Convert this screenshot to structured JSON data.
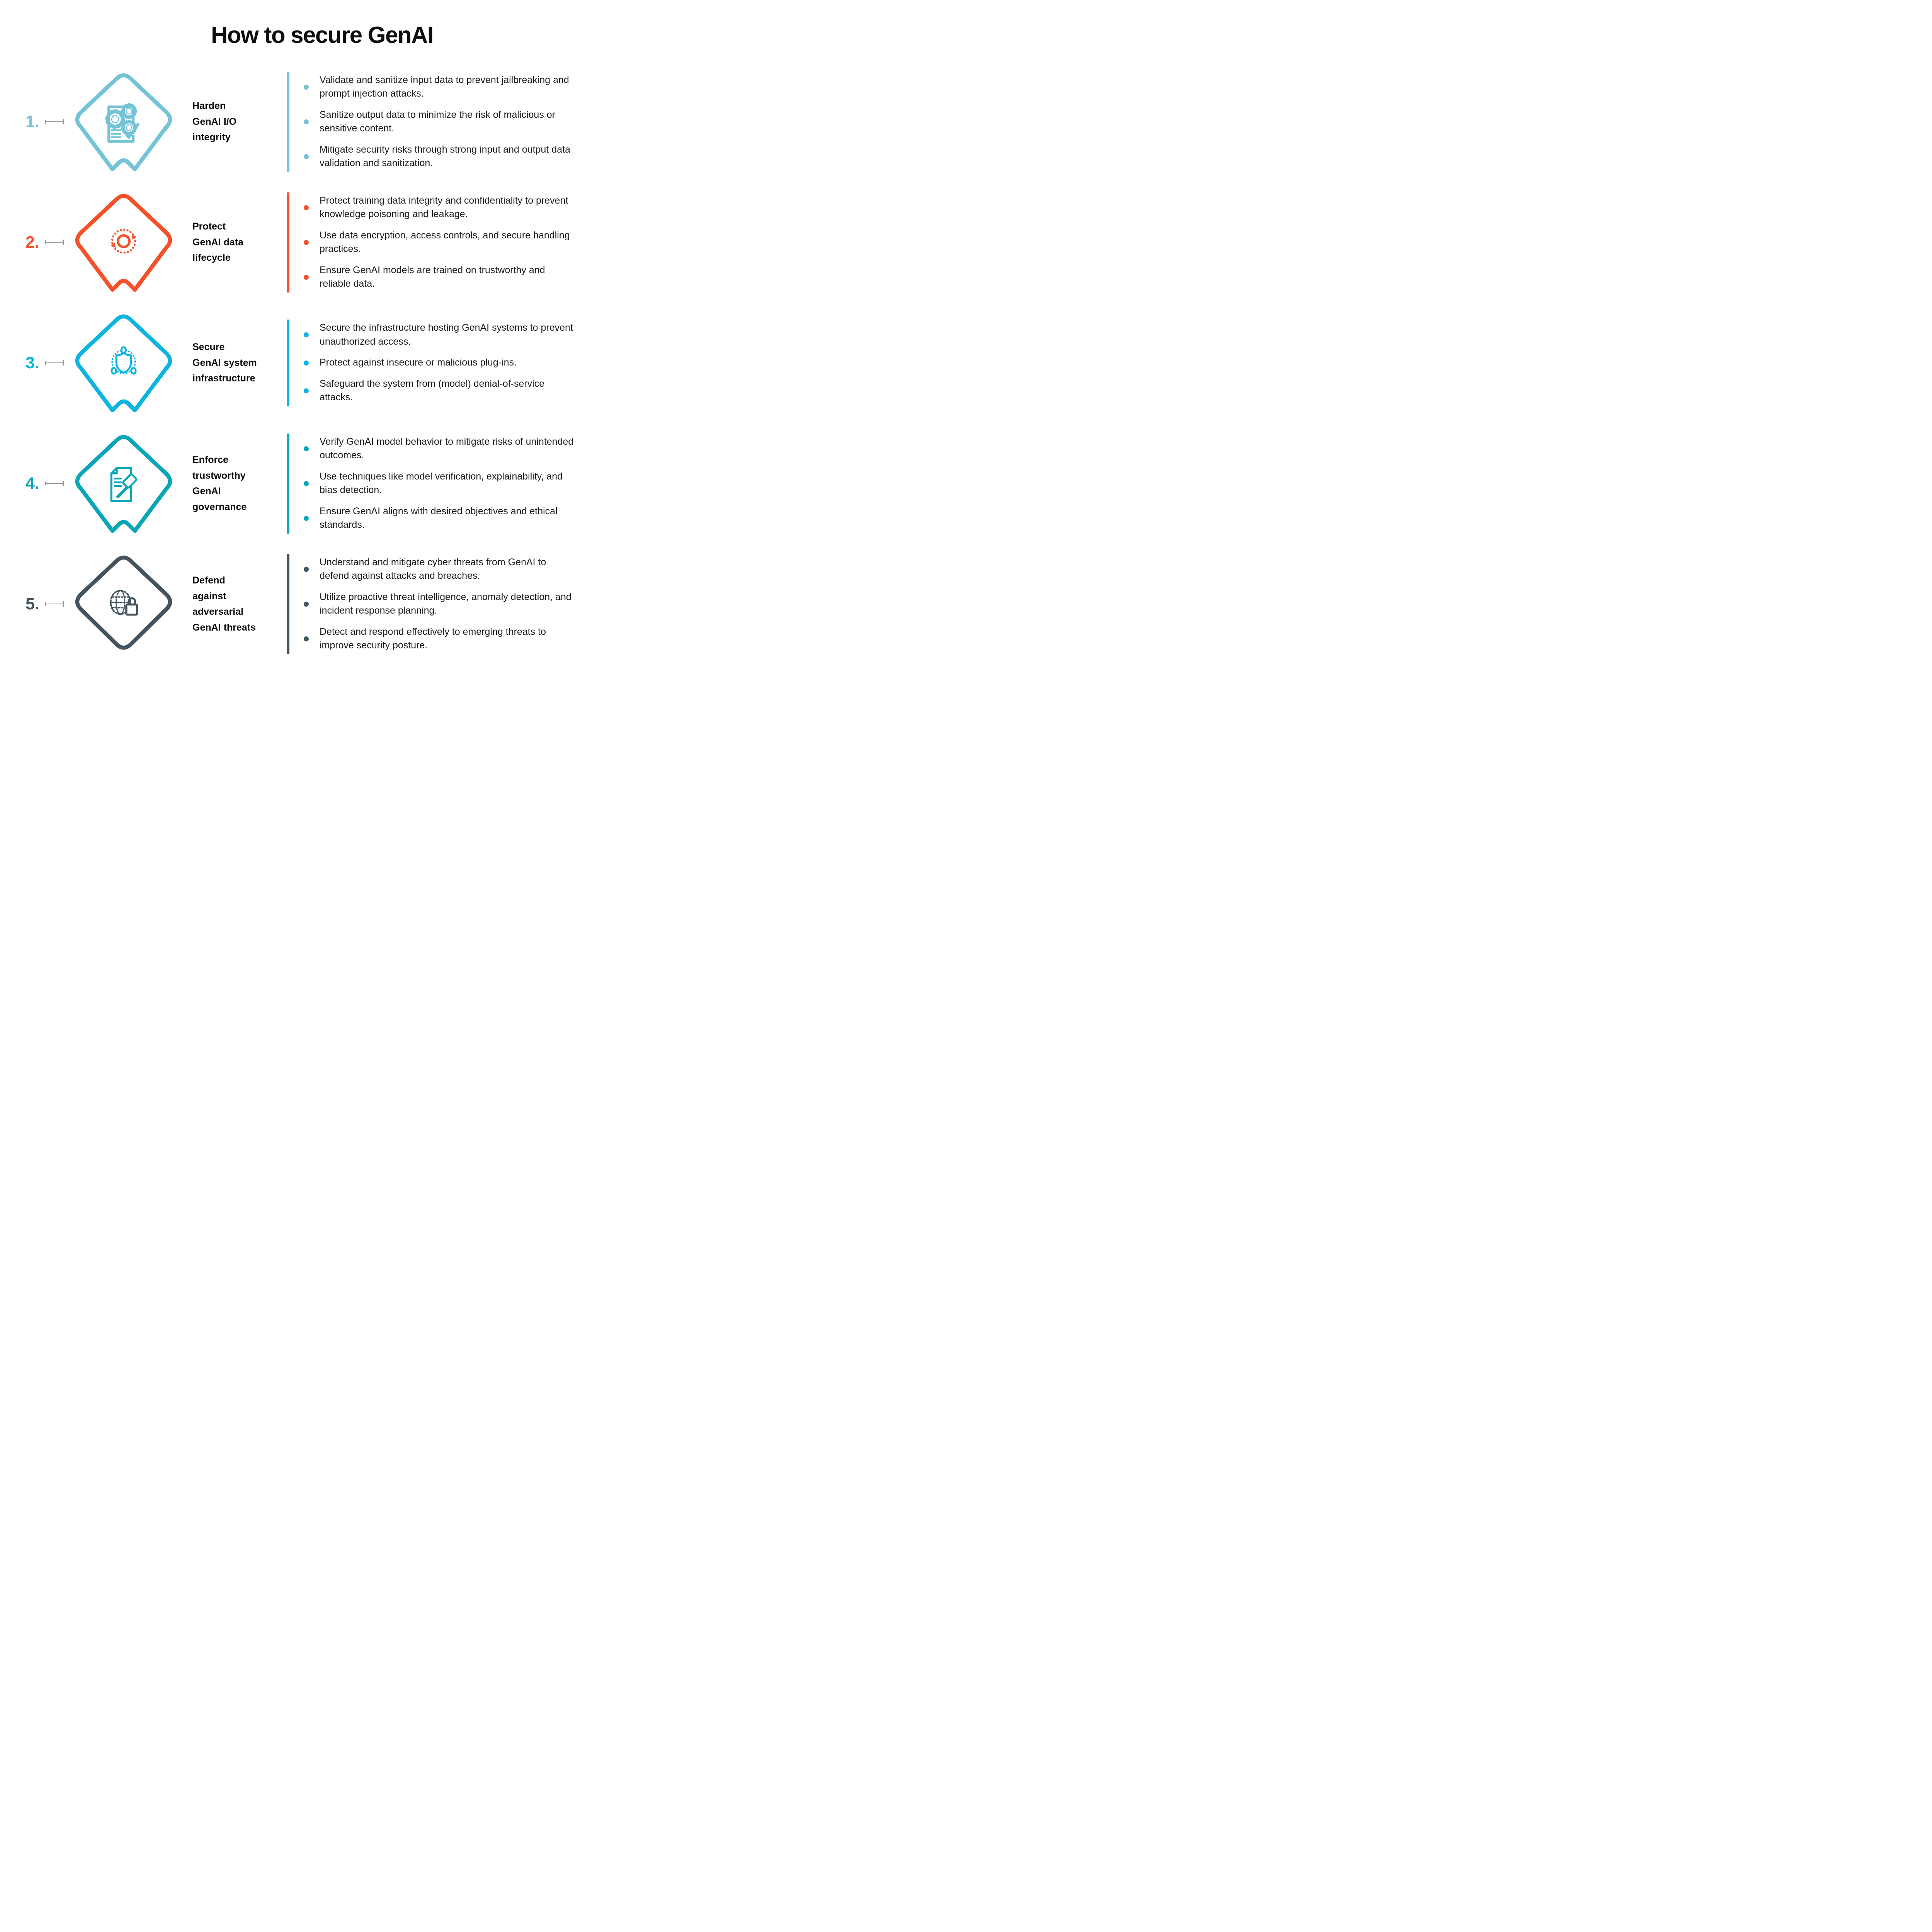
{
  "page_title": "How to secure GenAI",
  "colors": {
    "background": "#ffffff",
    "heading_text": "#0d0d0d",
    "body_text": "#1c1c1c",
    "connector_gray": "#8e979b"
  },
  "steps": [
    {
      "number": "1.",
      "title": "Harden\nGenAI I/O\nintegrity",
      "color": "#74c3d6",
      "icon": "document-gears-check-icon",
      "bullets": [
        "Validate and sanitize input data to prevent jailbreaking and\nprompt injection attacks.",
        "Sanitize output data to minimize the risk of malicious or\nsensitive content.",
        "Mitigate security risks through strong input and output data\nvalidation and sanitization."
      ]
    },
    {
      "number": "2.",
      "title": "Protect\nGenAI data\nlifecycle",
      "color": "#f4502a",
      "icon": "data-lifecycle-arrows-icon",
      "bullets": [
        "Protect training data integrity and confidentiality to prevent\nknowledge poisoning and leakage.",
        "Use data encryption, access controls, and secure handling\npractices.",
        "Ensure GenAI models are trained on trustworthy and\nreliable data."
      ]
    },
    {
      "number": "3.",
      "title": "Secure\nGenAI system\ninfrastructure",
      "color": "#0cb4e2",
      "icon": "shield-network-icon",
      "bullets": [
        "Secure the infrastructure hosting GenAI systems to prevent\nunauthorized access.",
        "Protect against insecure or malicious plug-ins.",
        "Safeguard the system from (model) denial-of-service\nattacks."
      ]
    },
    {
      "number": "4.",
      "title": "Enforce\ntrustworthy\nGenAI\ngovernance",
      "color": "#0aa6b8",
      "icon": "document-gavel-icon",
      "bullets": [
        "Verify GenAI model behavior to mitigate risks of unintended\noutcomes.",
        "Use techniques like model verification, explainability, and\nbias detection.",
        "Ensure GenAI aligns with desired objectives and ethical\nstandards."
      ]
    },
    {
      "number": "5.",
      "title": "Defend\nagainst\nadversarial\nGenAI threats",
      "color": "#44545f",
      "icon": "globe-lock-icon",
      "bullets": [
        "Understand and mitigate cyber threats from GenAI to\ndefend against attacks and breaches.",
        "Utilize proactive threat intelligence, anomaly detection, and\nincident response planning.",
        "Detect and respond effectively to emerging threats to\nimprove security posture."
      ]
    }
  ]
}
